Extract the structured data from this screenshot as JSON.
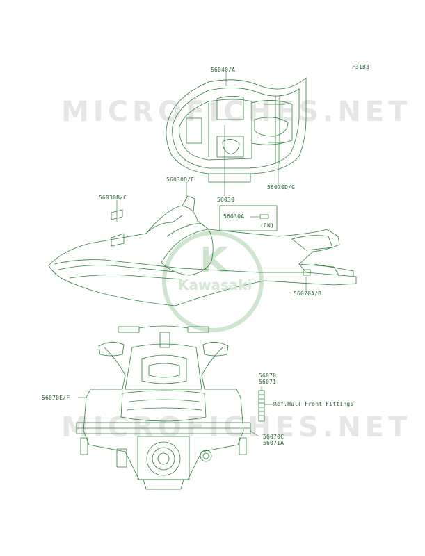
{
  "figure_id": "F3183",
  "watermark": "MICROFICHES.NET",
  "logo_text": "Kawasaki",
  "labels": {
    "l56040a": "56040/A",
    "l56030": "56030",
    "l56070dg": "56070D/G",
    "l56030de": "56030D/E",
    "l56030bc": "56030B/C",
    "l56030a": "56030A",
    "lcn": "(CN)",
    "l56070ab": "56070A/B",
    "l56070": "56070",
    "l56071": "56071",
    "lref": "Ref.Hull Front Fittings",
    "l56070ef": "56070E/F",
    "l56070c": "56070C",
    "l56071a": "56071A"
  },
  "colors": {
    "line": "#2e7d3a",
    "text": "#1f5e2a",
    "logo": "#cfe5cf",
    "watermark": "#e6e6e6"
  }
}
